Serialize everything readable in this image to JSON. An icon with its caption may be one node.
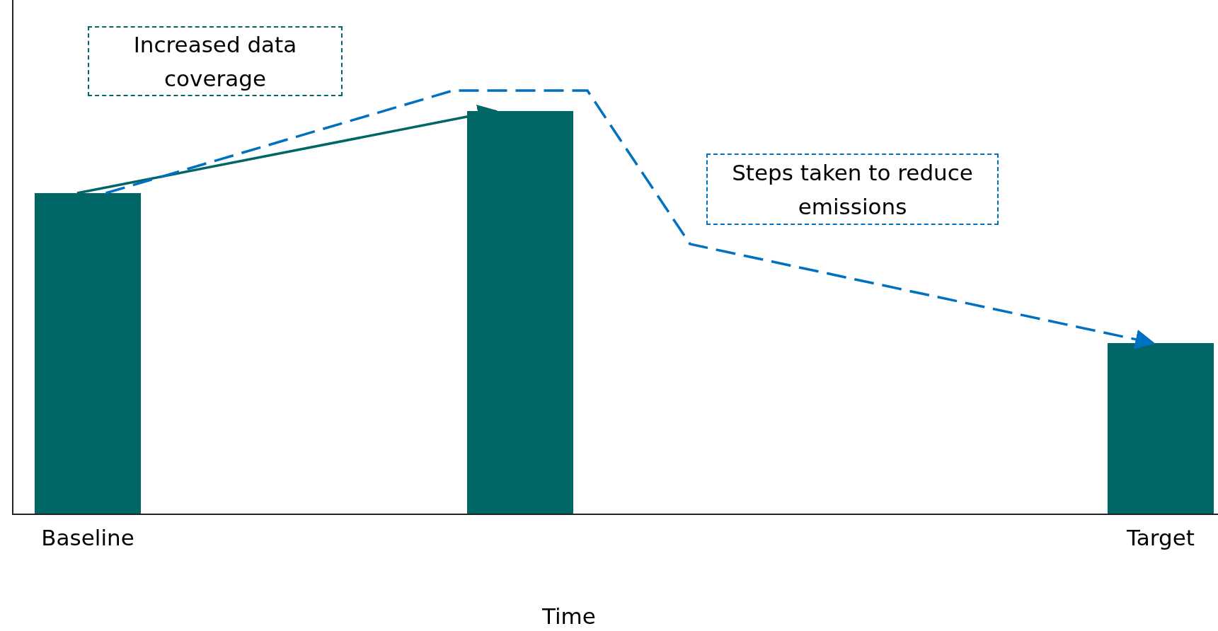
{
  "diagram": {
    "nodes": [
      {
        "text": [
          "Increased data coverage"
        ]
      },
      {
        "text": [
          "Steps taken to reduce emissions"
        ]
      },
      {
        "text": [],
        "shape": "bar",
        "beside": [
          "Baseline"
        ]
      },
      {
        "text": [],
        "shape": "bar"
      },
      {
        "text": [],
        "shape": "bar",
        "beside": [
          "Target"
        ]
      }
    ],
    "edges": [
      {
        "from": 2,
        "to": 3,
        "arrow": "to",
        "color": "#006666"
      },
      {
        "from": 2,
        "to": 4,
        "arrow": "to",
        "style": "dashed",
        "color": "#0070c0"
      }
    ],
    "labels": [
      "Time"
    ]
  }
}
